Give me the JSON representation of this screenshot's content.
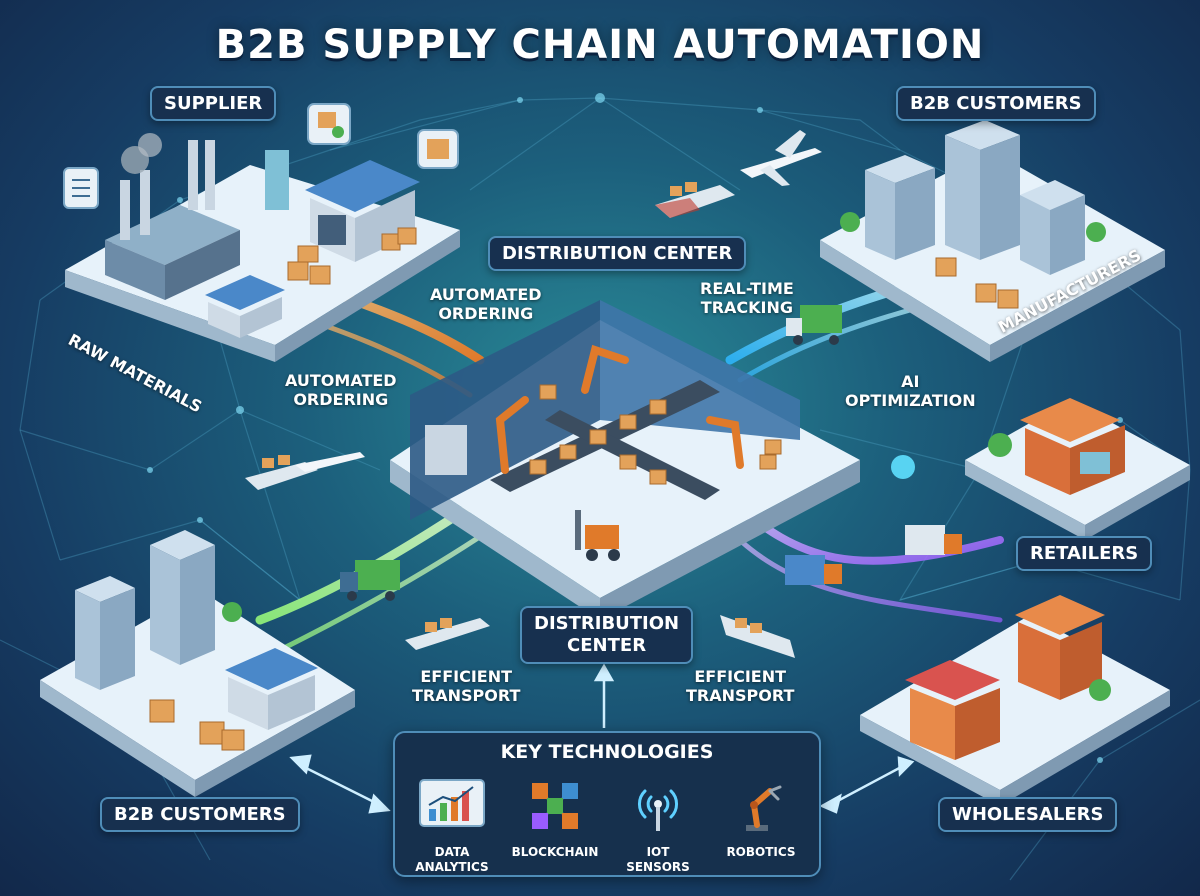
{
  "title": "B2B SUPPLY CHAIN AUTOMATION",
  "tags": {
    "supplier": "SUPPLIER",
    "b2b_customers_top": "B2B CUSTOMERS",
    "distribution_center_top": "DISTRIBUTION CENTER",
    "distribution_center_bottom": "DISTRIBUTION\nCENTER",
    "retailers": "RETAILERS",
    "b2b_customers_bottom": "B2B CUSTOMERS",
    "wholesalers": "WHOLESALERS"
  },
  "labels": {
    "raw_materials": "RAW MATERIALS",
    "manufacturers": "MANUFACTURERS",
    "automated_ordering_1": "AUTOMATED\nORDERING",
    "automated_ordering_2": "AUTOMATED\nORDERING",
    "real_time_tracking": "REAL-TIME\nTRACKING",
    "ai_optimization": "AI\nOPTIMIZATION",
    "efficient_transport_left": "EFFICIENT\nTRANSPORT",
    "efficient_transport_right": "EFFICIENT\nTRANSPORT"
  },
  "key_technologies": {
    "title": "KEY TECHNOLOGIES",
    "items": [
      {
        "label": "DATA\nANALYTICS",
        "icon": "data-analytics-icon"
      },
      {
        "label": "BLOCKCHAIN",
        "icon": "blockchain-icon"
      },
      {
        "label": "IOT\nSENSORS",
        "icon": "iot-sensors-icon"
      },
      {
        "label": "ROBOTICS",
        "icon": "robotics-icon"
      }
    ]
  },
  "colors": {
    "supplier_flow": "#ff9a3c",
    "customer_flow": "#5fd0ff",
    "transport_flow": "#7dff8a",
    "retail_flow": "#b07dff",
    "tag_background": "#17304f",
    "tag_border": "#4f8db8"
  }
}
